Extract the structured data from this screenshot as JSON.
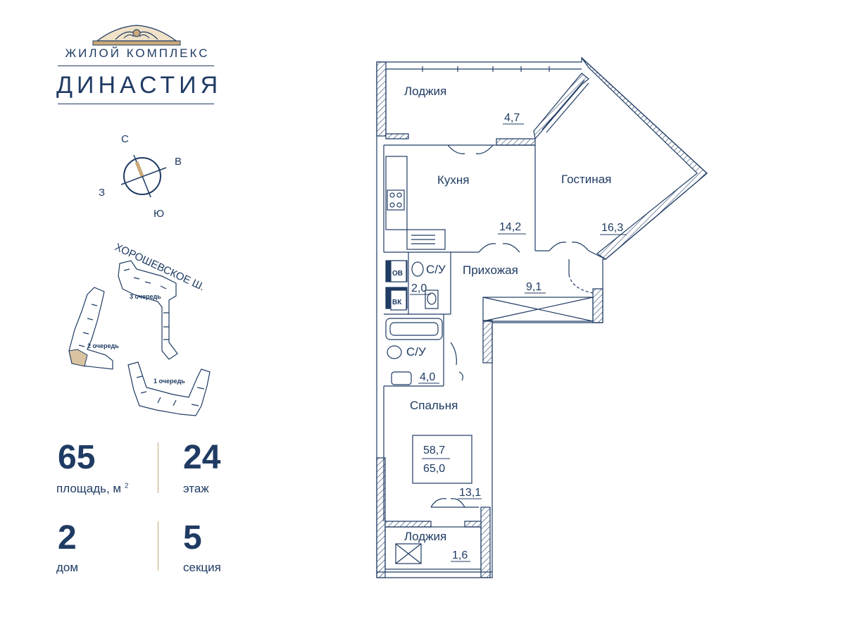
{
  "logo": {
    "line1": "ЖИЛОЙ КОМПЛЕКС",
    "line2": "ДИНАСТИЯ"
  },
  "compass": {
    "north": "С",
    "east": "В",
    "south": "Ю",
    "west": "З"
  },
  "site_map": {
    "street": "ХОРОШЕВСКОЕ Ш.",
    "phase1": "1 очередь",
    "phase2": "2 очередь",
    "phase3": "3 очередь"
  },
  "stats": {
    "area": {
      "value": "65",
      "label": "площадь, м",
      "sup": "2"
    },
    "floor": {
      "value": "24",
      "label": "этаж"
    },
    "house": {
      "value": "2",
      "label": "дом"
    },
    "section": {
      "value": "5",
      "label": "секция"
    }
  },
  "rooms": {
    "loggia_top": {
      "name": "Лоджия",
      "area": "4,7"
    },
    "kitchen": {
      "name": "Кухня",
      "area": "14,2"
    },
    "living": {
      "name": "Гостиная",
      "area": "16,3"
    },
    "bath1": {
      "name": "С/У",
      "area": "2,0"
    },
    "hall": {
      "name": "Прихожая",
      "area": "9,1"
    },
    "bath2": {
      "name": "С/У",
      "area": "4,0"
    },
    "bedroom": {
      "name": "Спальня",
      "area": "13,1"
    },
    "loggia_bottom": {
      "name": "Лоджия",
      "area": "1,6"
    }
  },
  "totals": {
    "living_area": "58,7",
    "total_area": "65,0"
  },
  "shafts": {
    "ov": "ОВ",
    "vk": "ВК"
  },
  "colors": {
    "primary": "#1f3b63",
    "accent": "#c9a87a",
    "hatch": "#1f3b63"
  }
}
